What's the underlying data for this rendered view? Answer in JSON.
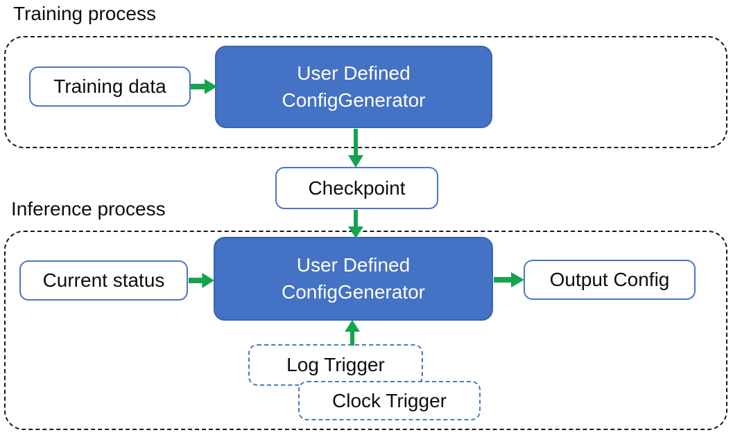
{
  "colors": {
    "node_blue": "#4472C4",
    "node_blue_border": "#3A63AE",
    "box_border_blue": "#4777C9",
    "arrow_green": "#14A44D",
    "container_dash": "#161616",
    "text_dark": "#0d0d0d",
    "text_light": "#ffffff"
  },
  "training": {
    "section_label": "Training process",
    "input_box": "Training data",
    "generator": {
      "line1": "User Defined",
      "line2": "ConfigGenerator"
    }
  },
  "checkpoint_label": "Checkpoint",
  "inference": {
    "section_label": "Inference process",
    "input_box": "Current status",
    "generator": {
      "line1": "User Defined",
      "line2": "ConfigGenerator"
    },
    "output_box": "Output Config",
    "log_trigger": "Log Trigger",
    "clock_trigger": "Clock Trigger"
  }
}
